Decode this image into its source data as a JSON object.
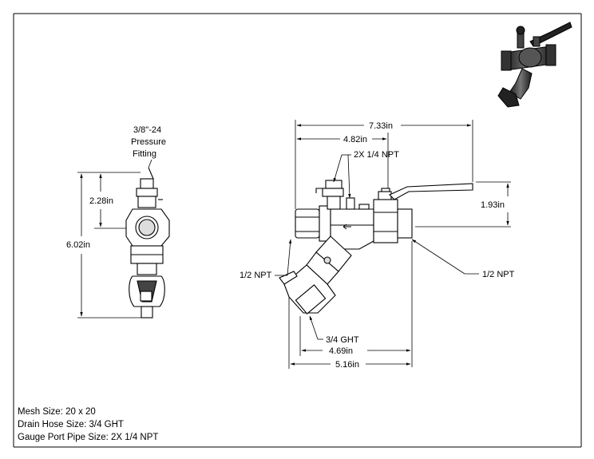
{
  "side_view": {
    "fitting_label_line1": "3/8\"-24",
    "fitting_label_line2": "Pressure",
    "fitting_label_line3": "Fitting",
    "dim_upper": "2.28in",
    "dim_overall": "6.02in"
  },
  "front_view": {
    "dim_overall_width": "7.33in",
    "dim_inlet_to_center": "4.82in",
    "gauge_ports_label": "2X 1/4 NPT",
    "dim_handle_height": "1.93in",
    "inlet_label": "1/2 NPT",
    "outlet_label": "1/2 NPT",
    "drain_label": "3/4 GHT",
    "dim_drain_offset": "4.69in",
    "dim_bottom_width": "5.16in"
  },
  "notes": {
    "mesh": "Mesh Size: 20 x 20",
    "drain_hose": "Drain Hose Size: 3/4 GHT",
    "gauge_port": "Gauge Port Pipe Size: 2X 1/4 NPT"
  }
}
